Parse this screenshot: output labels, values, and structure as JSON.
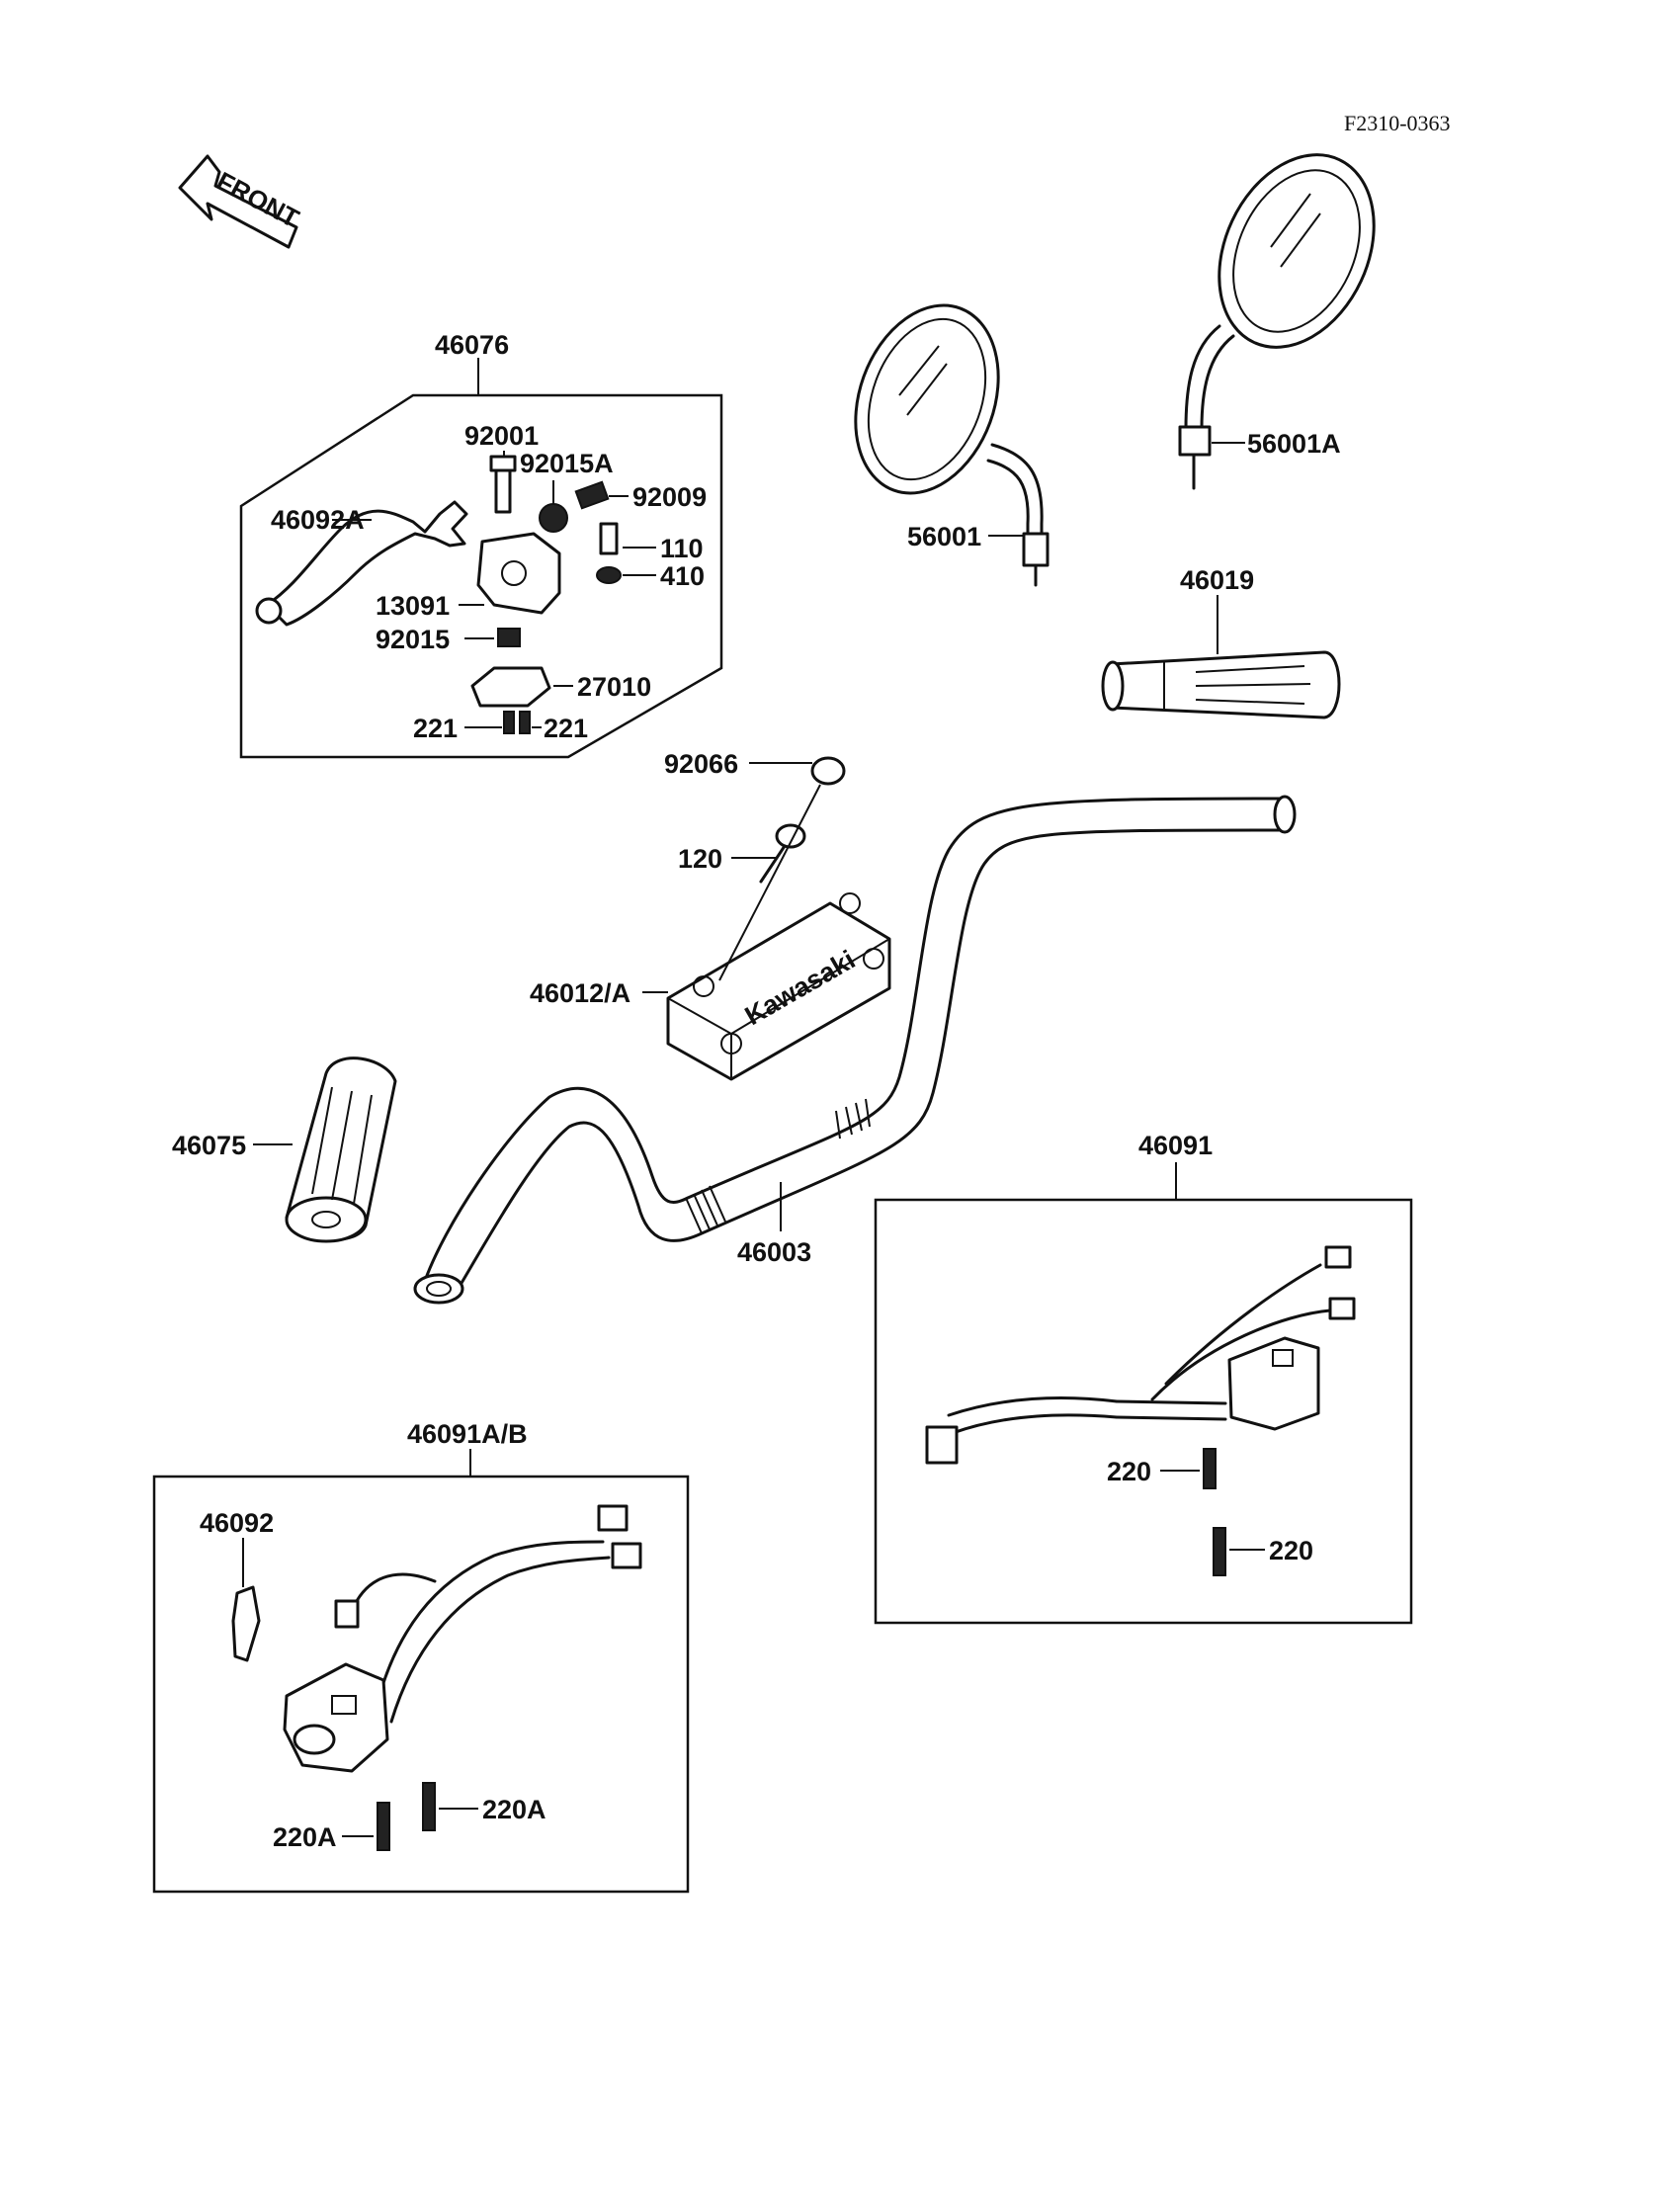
{
  "code": "F2310-0363",
  "front": "FRONT",
  "labels": {
    "l46076": "46076",
    "l92001": "92001",
    "l92015A": "92015A",
    "l92009": "92009",
    "l46092A": "46092A",
    "l110": "110",
    "l410": "410",
    "l13091": "13091",
    "l92015": "92015",
    "l27010": "27010",
    "l221a": "221",
    "l221b": "221",
    "l56001": "56001",
    "l56001A": "56001A",
    "l46019": "46019",
    "l92066": "92066",
    "l120": "120",
    "l46012A": "46012/A",
    "l46075": "46075",
    "l46003": "46003",
    "l46091": "46091",
    "l220a": "220",
    "l220b": "220",
    "l46091AB": "46091A/B",
    "l46092": "46092",
    "l220Aa": "220A",
    "l220Ab": "220A"
  },
  "clamp_brand": "Kawasaki"
}
